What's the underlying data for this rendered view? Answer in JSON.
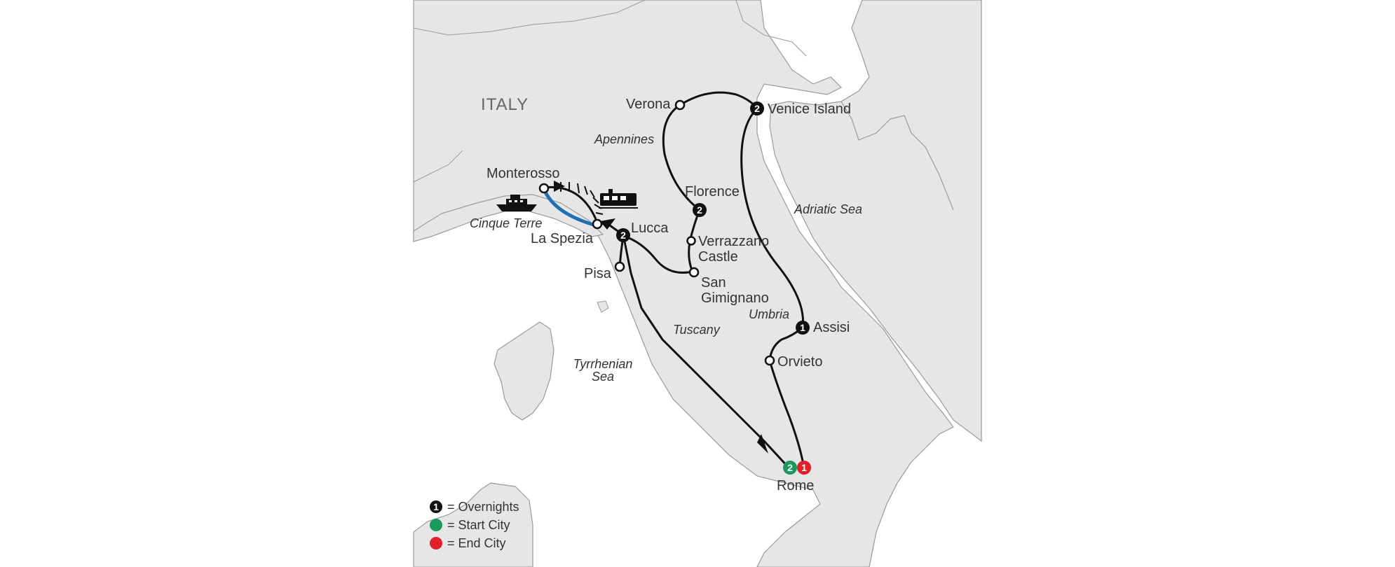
{
  "country_label": "ITALY",
  "regions": {
    "apennines": "Apennines",
    "adriatic": "Adriatic Sea",
    "cinque_terre": "Cinque Terre",
    "umbria": "Umbria",
    "tuscany": "Tuscany",
    "tyrrhenian_line1": "Tyrrhenian",
    "tyrrhenian_line2": "Sea"
  },
  "cities": {
    "verona": "Verona",
    "venice": "Venice Island",
    "monterosso": "Monterosso",
    "florence": "Florence",
    "la_spezia": "La Spezia",
    "lucca": "Lucca",
    "verrazzano_line1": "Verrazzano",
    "verrazzano_line2": "Castle",
    "pisa": "Pisa",
    "san_gimignano_line1": "San",
    "san_gimignano_line2": "Gimignano",
    "assisi": "Assisi",
    "orvieto": "Orvieto",
    "rome": "Rome"
  },
  "overnights": {
    "venice": "2",
    "florence": "2",
    "lucca": "2",
    "assisi": "1",
    "rome_start": "2",
    "rome_end": "1"
  },
  "legend": {
    "overnights_num": "1",
    "overnights_label": "= Overnights",
    "start_label": "= Start City",
    "end_label": "= End City"
  },
  "colors": {
    "land": "#e6e6e6",
    "sea": "#ffffff",
    "border": "#9a9a9a",
    "route": "#111111",
    "ferry_route": "#1f6fb2",
    "start_city": "#1a9a5a",
    "end_city": "#e0202a"
  },
  "icons": {
    "ferry": "ship-icon",
    "train": "train-icon"
  }
}
